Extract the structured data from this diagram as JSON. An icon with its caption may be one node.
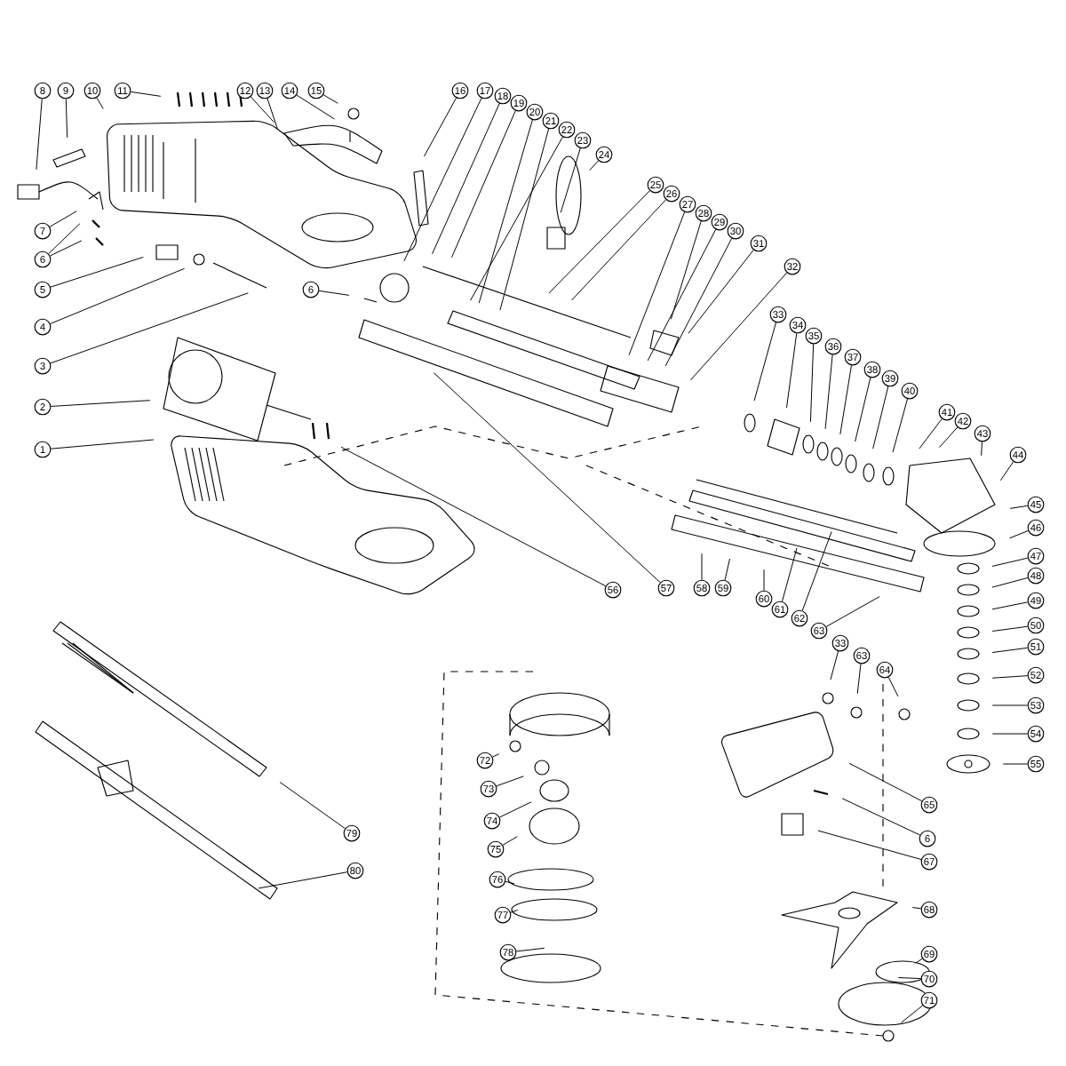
{
  "diagram": {
    "nodes": [
      {
        "text": [
          "8"
        ]
      },
      {
        "text": [
          "9"
        ]
      },
      {
        "text": [
          "10"
        ]
      },
      {
        "text": [
          "11"
        ]
      },
      {
        "text": [
          "12"
        ]
      },
      {
        "text": [
          "13"
        ]
      },
      {
        "text": [
          "14"
        ]
      },
      {
        "text": [
          "15"
        ]
      },
      {
        "text": [
          "16"
        ]
      },
      {
        "text": [
          "17"
        ]
      },
      {
        "text": [
          "18"
        ]
      },
      {
        "text": [
          "19"
        ]
      },
      {
        "text": [
          "20"
        ]
      },
      {
        "text": [
          "21"
        ]
      },
      {
        "text": [
          "22"
        ]
      },
      {
        "text": [
          "23"
        ]
      },
      {
        "text": [
          "24"
        ]
      },
      {
        "text": [
          "25"
        ]
      },
      {
        "text": [
          "26"
        ]
      },
      {
        "text": [
          "27"
        ]
      },
      {
        "text": [
          "28"
        ]
      },
      {
        "text": [
          "29"
        ]
      },
      {
        "text": [
          "30"
        ]
      },
      {
        "text": [
          "31"
        ]
      },
      {
        "text": [
          "32"
        ]
      },
      {
        "text": [
          "7"
        ]
      },
      {
        "text": [
          "6"
        ]
      },
      {
        "text": [
          "5"
        ]
      },
      {
        "text": [
          "4"
        ]
      },
      {
        "text": [
          "3"
        ]
      },
      {
        "text": [
          "2"
        ]
      },
      {
        "text": [
          "1"
        ]
      },
      {
        "text": [
          "6"
        ]
      },
      {
        "text": [
          "33"
        ]
      },
      {
        "text": [
          "34"
        ]
      },
      {
        "text": [
          "35"
        ]
      },
      {
        "text": [
          "36"
        ]
      },
      {
        "text": [
          "37"
        ]
      },
      {
        "text": [
          "38"
        ]
      },
      {
        "text": [
          "39"
        ]
      },
      {
        "text": [
          "40"
        ]
      },
      {
        "text": [
          "41"
        ]
      },
      {
        "text": [
          "42"
        ]
      },
      {
        "text": [
          "43"
        ]
      },
      {
        "text": [
          "44"
        ]
      },
      {
        "text": [
          "45"
        ]
      },
      {
        "text": [
          "46"
        ]
      },
      {
        "text": [
          "47"
        ]
      },
      {
        "text": [
          "48"
        ]
      },
      {
        "text": [
          "49"
        ]
      },
      {
        "text": [
          "50"
        ]
      },
      {
        "text": [
          "51"
        ]
      },
      {
        "text": [
          "52"
        ]
      },
      {
        "text": [
          "53"
        ]
      },
      {
        "text": [
          "54"
        ]
      },
      {
        "text": [
          "55"
        ]
      },
      {
        "text": [
          "56"
        ]
      },
      {
        "text": [
          "57"
        ]
      },
      {
        "text": [
          "58"
        ]
      },
      {
        "text": [
          "59"
        ]
      },
      {
        "text": [
          "60"
        ]
      },
      {
        "text": [
          "61"
        ]
      },
      {
        "text": [
          "62"
        ]
      },
      {
        "text": [
          "63"
        ]
      },
      {
        "text": [
          "33"
        ]
      },
      {
        "text": [
          "63"
        ]
      },
      {
        "text": [
          "64"
        ]
      },
      {
        "text": [
          "65"
        ]
      },
      {
        "text": [
          "6"
        ]
      },
      {
        "text": [
          "67"
        ]
      },
      {
        "text": [
          "68"
        ]
      },
      {
        "text": [
          "69"
        ]
      },
      {
        "text": [
          "70"
        ]
      },
      {
        "text": [
          "71"
        ]
      },
      {
        "text": [
          "72"
        ]
      },
      {
        "text": [
          "73"
        ]
      },
      {
        "text": [
          "74"
        ]
      },
      {
        "text": [
          "75"
        ]
      },
      {
        "text": [
          "76"
        ]
      },
      {
        "text": [
          "77"
        ]
      },
      {
        "text": [
          "78"
        ]
      },
      {
        "text": [
          "79"
        ]
      },
      {
        "text": [
          "80"
        ]
      }
    ],
    "edges": [
      {
        "from": 0,
        "to": null,
        "arrow": "none"
      },
      {
        "from": 1,
        "to": null,
        "arrow": "none"
      },
      {
        "from": 2,
        "to": null,
        "arrow": "none"
      },
      {
        "from": 3,
        "to": null,
        "arrow": "none"
      },
      {
        "from": 4,
        "to": null,
        "arrow": "none"
      },
      {
        "from": 5,
        "to": null,
        "arrow": "none"
      },
      {
        "from": 6,
        "to": null,
        "arrow": "none"
      },
      {
        "from": 7,
        "to": null,
        "arrow": "none"
      },
      {
        "from": 8,
        "to": null,
        "arrow": "none"
      },
      {
        "from": 9,
        "to": null,
        "arrow": "none"
      },
      {
        "from": 10,
        "to": null,
        "arrow": "none"
      },
      {
        "from": 11,
        "to": null,
        "arrow": "none"
      },
      {
        "from": 12,
        "to": null,
        "arrow": "none"
      },
      {
        "from": 13,
        "to": null,
        "arrow": "none"
      },
      {
        "from": 14,
        "to": null,
        "arrow": "none"
      },
      {
        "from": 15,
        "to": null,
        "arrow": "none"
      },
      {
        "from": 16,
        "to": null,
        "arrow": "none"
      },
      {
        "from": 17,
        "to": null,
        "arrow": "none"
      },
      {
        "from": 18,
        "to": null,
        "arrow": "none"
      },
      {
        "from": 19,
        "to": null,
        "arrow": "none"
      },
      {
        "from": 20,
        "to": null,
        "arrow": "none"
      },
      {
        "from": 21,
        "to": null,
        "arrow": "none"
      },
      {
        "from": 22,
        "to": null,
        "arrow": "none"
      },
      {
        "from": 23,
        "to": null,
        "arrow": "none"
      },
      {
        "from": 24,
        "to": null,
        "arrow": "none"
      },
      {
        "from": 25,
        "to": null,
        "arrow": "none"
      },
      {
        "from": 26,
        "to": null,
        "arrow": "none"
      },
      {
        "from": 26,
        "to": null,
        "arrow": "none"
      },
      {
        "from": 27,
        "to": null,
        "arrow": "none"
      },
      {
        "from": 28,
        "to": null,
        "arrow": "none"
      },
      {
        "from": 29,
        "to": null,
        "arrow": "none"
      },
      {
        "from": 30,
        "to": null,
        "arrow": "none"
      },
      {
        "from": 31,
        "to": null,
        "arrow": "none"
      },
      {
        "from": 32,
        "to": null,
        "arrow": "none"
      },
      {
        "from": 33,
        "to": null,
        "arrow": "none"
      },
      {
        "from": 34,
        "to": null,
        "arrow": "none"
      },
      {
        "from": 35,
        "to": null,
        "arrow": "none"
      },
      {
        "from": 36,
        "to": null,
        "arrow": "none"
      },
      {
        "from": 37,
        "to": null,
        "arrow": "none"
      },
      {
        "from": 38,
        "to": null,
        "arrow": "none"
      },
      {
        "from": 39,
        "to": null,
        "arrow": "none"
      },
      {
        "from": 40,
        "to": null,
        "arrow": "none"
      },
      {
        "from": 41,
        "to": null,
        "arrow": "none"
      },
      {
        "from": 42,
        "to": null,
        "arrow": "none"
      },
      {
        "from": 43,
        "to": null,
        "arrow": "none"
      },
      {
        "from": 44,
        "to": null,
        "arrow": "none"
      },
      {
        "from": 45,
        "to": null,
        "arrow": "none"
      },
      {
        "from": 46,
        "to": null,
        "arrow": "none"
      },
      {
        "from": 47,
        "to": null,
        "arrow": "none"
      },
      {
        "from": 48,
        "to": null,
        "arrow": "none"
      },
      {
        "from": 49,
        "to": null,
        "arrow": "none"
      },
      {
        "from": 50,
        "to": null,
        "arrow": "none"
      },
      {
        "from": 51,
        "to": null,
        "arrow": "none"
      },
      {
        "from": 52,
        "to": null,
        "arrow": "none"
      },
      {
        "from": 53,
        "to": null,
        "arrow": "none"
      },
      {
        "from": 54,
        "to": null,
        "arrow": "none"
      },
      {
        "from": 55,
        "to": null,
        "arrow": "none"
      },
      {
        "from": 56,
        "to": null,
        "arrow": "none"
      },
      {
        "from": 57,
        "to": null,
        "arrow": "none"
      },
      {
        "from": 58,
        "to": null,
        "arrow": "none"
      },
      {
        "from": 59,
        "to": null,
        "arrow": "none"
      },
      {
        "from": 60,
        "to": null,
        "arrow": "none"
      },
      {
        "from": 61,
        "to": null,
        "arrow": "none"
      },
      {
        "from": 62,
        "to": null,
        "arrow": "none"
      },
      {
        "from": 63,
        "to": null,
        "arrow": "none"
      },
      {
        "from": 64,
        "to": null,
        "arrow": "none"
      },
      {
        "from": 65,
        "to": null,
        "arrow": "none"
      },
      {
        "from": 66,
        "to": null,
        "arrow": "none"
      },
      {
        "from": 67,
        "to": null,
        "arrow": "none"
      },
      {
        "from": 68,
        "to": null,
        "arrow": "none"
      },
      {
        "from": 69,
        "to": null,
        "arrow": "none"
      },
      {
        "from": 70,
        "to": null,
        "arrow": "none"
      },
      {
        "from": 71,
        "to": null,
        "arrow": "none"
      },
      {
        "from": 72,
        "to": null,
        "arrow": "none"
      },
      {
        "from": 73,
        "to": null,
        "arrow": "none"
      },
      {
        "from": 74,
        "to": null,
        "arrow": "none"
      },
      {
        "from": 75,
        "to": null,
        "arrow": "none"
      },
      {
        "from": 76,
        "to": null,
        "arrow": "none"
      },
      {
        "from": 77,
        "to": null,
        "arrow": "none"
      },
      {
        "from": 78,
        "to": null,
        "arrow": "none"
      },
      {
        "from": 79,
        "to": null,
        "arrow": "none"
      },
      {
        "from": 80,
        "to": null,
        "arrow": "none"
      },
      {
        "from": 81,
        "to": null,
        "arrow": "none"
      },
      {
        "from": 82,
        "to": null,
        "arrow": "none"
      }
    ]
  }
}
